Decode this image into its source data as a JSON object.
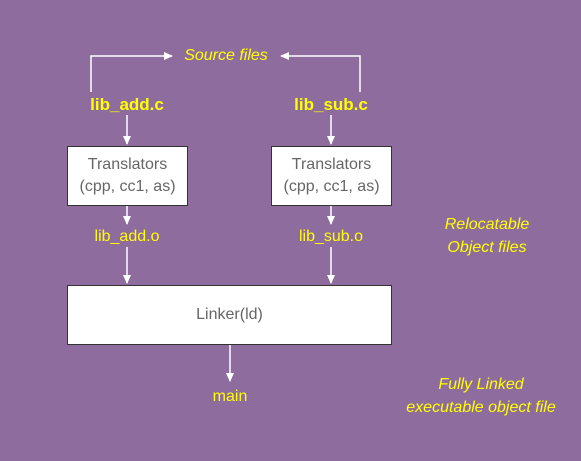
{
  "source_files_label": "Source files",
  "inputs": [
    {
      "source": "lib_add.c",
      "translator_title": "Translators",
      "translator_tools": "(cpp, cc1, as)",
      "object": "lib_add.o"
    },
    {
      "source": "lib_sub.c",
      "translator_title": "Translators",
      "translator_tools": "(cpp, cc1, as)",
      "object": "lib_sub.o"
    }
  ],
  "relocatable_note": {
    "line1": "Relocatable",
    "line2": "Object files"
  },
  "linker_label": "Linker(ld)",
  "output_label": "main",
  "executable_note": {
    "line1": "Fully Linked",
    "line2": "executable object file"
  },
  "colors": {
    "background": "#8e6d9e",
    "label": "#ffff00",
    "arrow": "#ffffff",
    "box_text": "#666666"
  }
}
